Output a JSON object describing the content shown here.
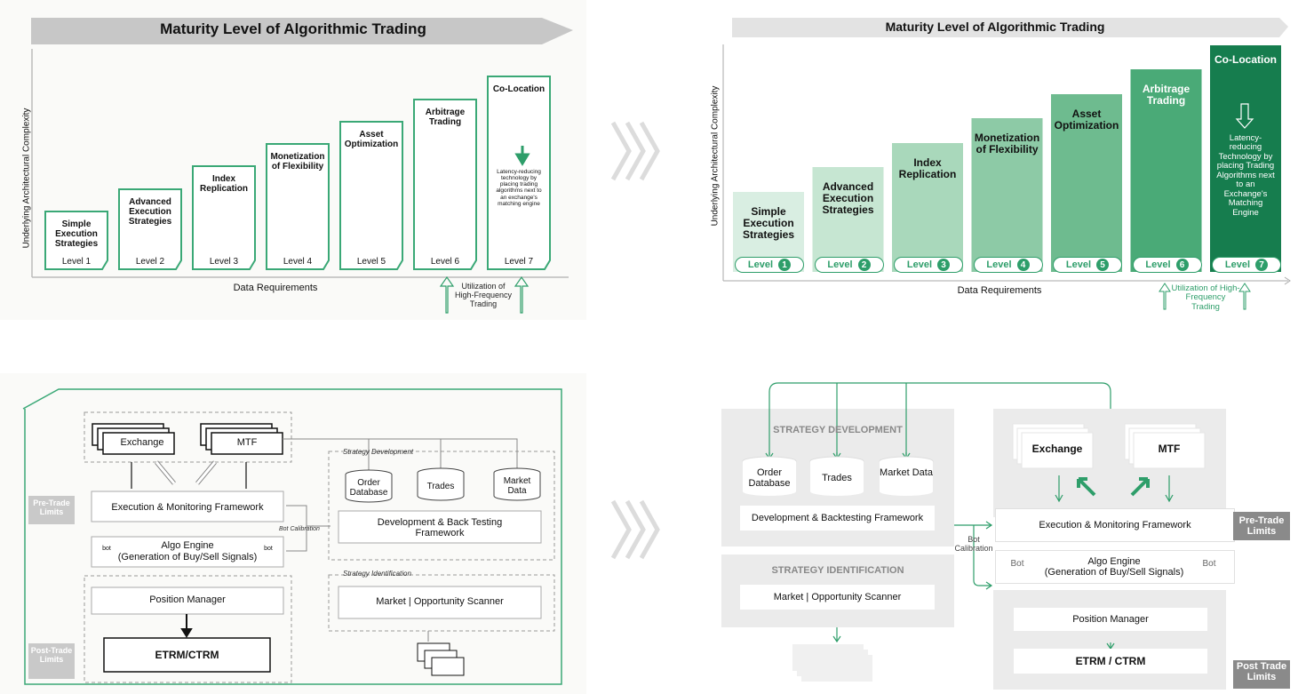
{
  "maturity_left": {
    "title": "Maturity Level of Algorithmic Trading",
    "y_axis_label": "Underlying Architectural Complexity",
    "x_axis_label": "Data Requirements",
    "hft_note": "Utilization of High-Frequency Trading",
    "levels": [
      {
        "name": "Simple Execution Strategies",
        "level": "Level 1"
      },
      {
        "name": "Advanced Execution Strategies",
        "level": "Level 2"
      },
      {
        "name": "Index Replication",
        "level": "Level 3"
      },
      {
        "name": "Monetization of Flexibility",
        "level": "Level 4"
      },
      {
        "name": "Asset Optimization",
        "level": "Level 5"
      },
      {
        "name": "Arbitrage Trading",
        "level": "Level 6"
      },
      {
        "name": "Co-Location",
        "level": "Level 7",
        "detail": "Latency-reducing technology by placing trading algorithms next to an exchange's matching engine"
      }
    ]
  },
  "maturity_right": {
    "title": "Maturity Level of Algorithmic Trading",
    "y_axis_label": "Underlying Architectural Complexity",
    "x_axis_label": "Data Requirements",
    "hft_note": "Utilization of High-Frequency Trading",
    "level_word": "Level",
    "colors": [
      "#d9eee2",
      "#c6e6d2",
      "#a9d8bb",
      "#8dcaa6",
      "#6ebb8f",
      "#4aaa77",
      "#167d4e"
    ],
    "levels": [
      {
        "name": "Simple Execution Strategies",
        "num": "1"
      },
      {
        "name": "Advanced Execution Strategies",
        "num": "2"
      },
      {
        "name": "Index Replication",
        "num": "3"
      },
      {
        "name": "Monetization of Flexibility",
        "num": "4"
      },
      {
        "name": "Asset Optimization",
        "num": "5"
      },
      {
        "name": "Arbitrage Trading",
        "num": "6"
      },
      {
        "name": "Co-Location",
        "num": "7",
        "detail": "Latency-reducing Technology by placing Trading Algorithms next to an Exchange's Matching Engine"
      }
    ]
  },
  "arch_left": {
    "exchange": "Exchange",
    "mtf": "MTF",
    "exec_framework": "Execution & Monitoring Framework",
    "algo_engine": "Algo Engine",
    "algo_engine_sub": "(Generation of Buy/Sell Signals)",
    "bot": "bot",
    "position_manager": "Position Manager",
    "etrm": "ETRM/CTRM",
    "pre_trade": "Pre-Trade Limits",
    "post_trade": "Post-Trade Limits",
    "strategy_dev": "Strategy Development",
    "order_db": "Order Database",
    "trades": "Trades",
    "market_data": "Market Data",
    "dev_backtest": "Development & Back Testing Framework",
    "bot_calibration": "Bot Calibration",
    "strategy_id": "Strategy Identification",
    "scanner": "Market | Opportunity Scanner"
  },
  "arch_right": {
    "strategy_dev": "STRATEGY DEVELOPMENT",
    "order_db": "Order Database",
    "trades": "Trades",
    "market_data": "Market Data",
    "dev_backtest": "Development & Backtesting Framework",
    "strategy_id": "STRATEGY IDENTIFICATION",
    "scanner": "Market | Opportunity Scanner",
    "exchange": "Exchange",
    "mtf": "MTF",
    "exec_framework": "Execution & Monitoring Framework",
    "pre_trade": "Pre-Trade Limits",
    "bot_calibration": "Bot Calibration",
    "algo_engine": "Algo Engine",
    "algo_engine_sub": "(Generation of Buy/Sell Signals)",
    "bot": "Bot",
    "position_manager": "Position Manager",
    "etrm": "ETRM / CTRM",
    "post_trade": "Post Trade Limits",
    "accent": "#2e9e6a"
  }
}
